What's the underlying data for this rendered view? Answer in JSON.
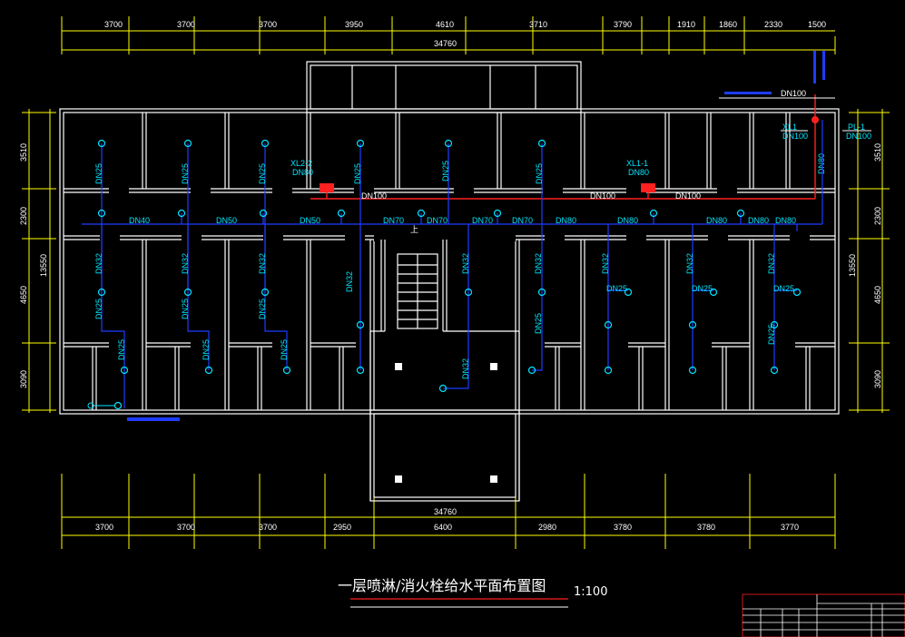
{
  "drawing_title": "一层喷淋/消火栓给水平面布置图",
  "scale": "1:100",
  "dimensions": {
    "top": [
      "3700",
      "3700",
      "3700",
      "3950",
      "4610",
      "3710",
      "3790",
      "1910",
      "1860",
      "2330",
      "1500"
    ],
    "top_total": "34760",
    "bottom": [
      "3700",
      "3700",
      "3700",
      "2950",
      "6400",
      "2980",
      "3780",
      "3780",
      "3770"
    ],
    "bottom_total": "34760",
    "left": [
      "3510",
      "2300",
      "4650",
      "3090"
    ],
    "left_total": "13550",
    "right": [
      "3510",
      "2300",
      "4650",
      "3090"
    ],
    "right_total": "13550"
  },
  "pipe_labels": {
    "main_run": [
      "DN40",
      "DN50",
      "DN50",
      "DN70",
      "DN70",
      "DN70",
      "DN70",
      "DN80",
      "DN80",
      "DN80",
      "DN80",
      "DN80"
    ],
    "branch_dn25": [
      "DN25",
      "DN25",
      "DN25",
      "DN25",
      "DN25",
      "DN25",
      "DN25",
      "DN25",
      "DN25",
      "DN25",
      "DN25",
      "DN25",
      "DN25",
      "DN25",
      "DN25",
      "DN25",
      "DN25"
    ],
    "branch_dn32": [
      "DN32",
      "DN32",
      "DN32",
      "DN32",
      "DN32",
      "DN32",
      "DN32",
      "DN32",
      "DN32",
      "DN32"
    ],
    "riser_dn80": "DN80",
    "hydrant_main": [
      "DN100",
      "DN100",
      "DN100"
    ],
    "incoming": "DN100"
  },
  "riser_labels": {
    "xl2_2": "XL2-2",
    "xl2_2_dn": "DN80",
    "xl1_1": "XL1-1",
    "xl1_1_dn": "DN80",
    "xl1": "XL1",
    "xl1_dn": "DN100",
    "pl1": "PL-1",
    "pl1_dn": "DN100"
  },
  "stair_mark": "上",
  "colors": {
    "wall": "#ffffff",
    "dimension": "#ffff00",
    "sprinkler_pipe": "#1e3cff",
    "sprinkler_head": "#00e5ff",
    "hydrant_pipe": "#ff2020",
    "background": "#000000"
  }
}
